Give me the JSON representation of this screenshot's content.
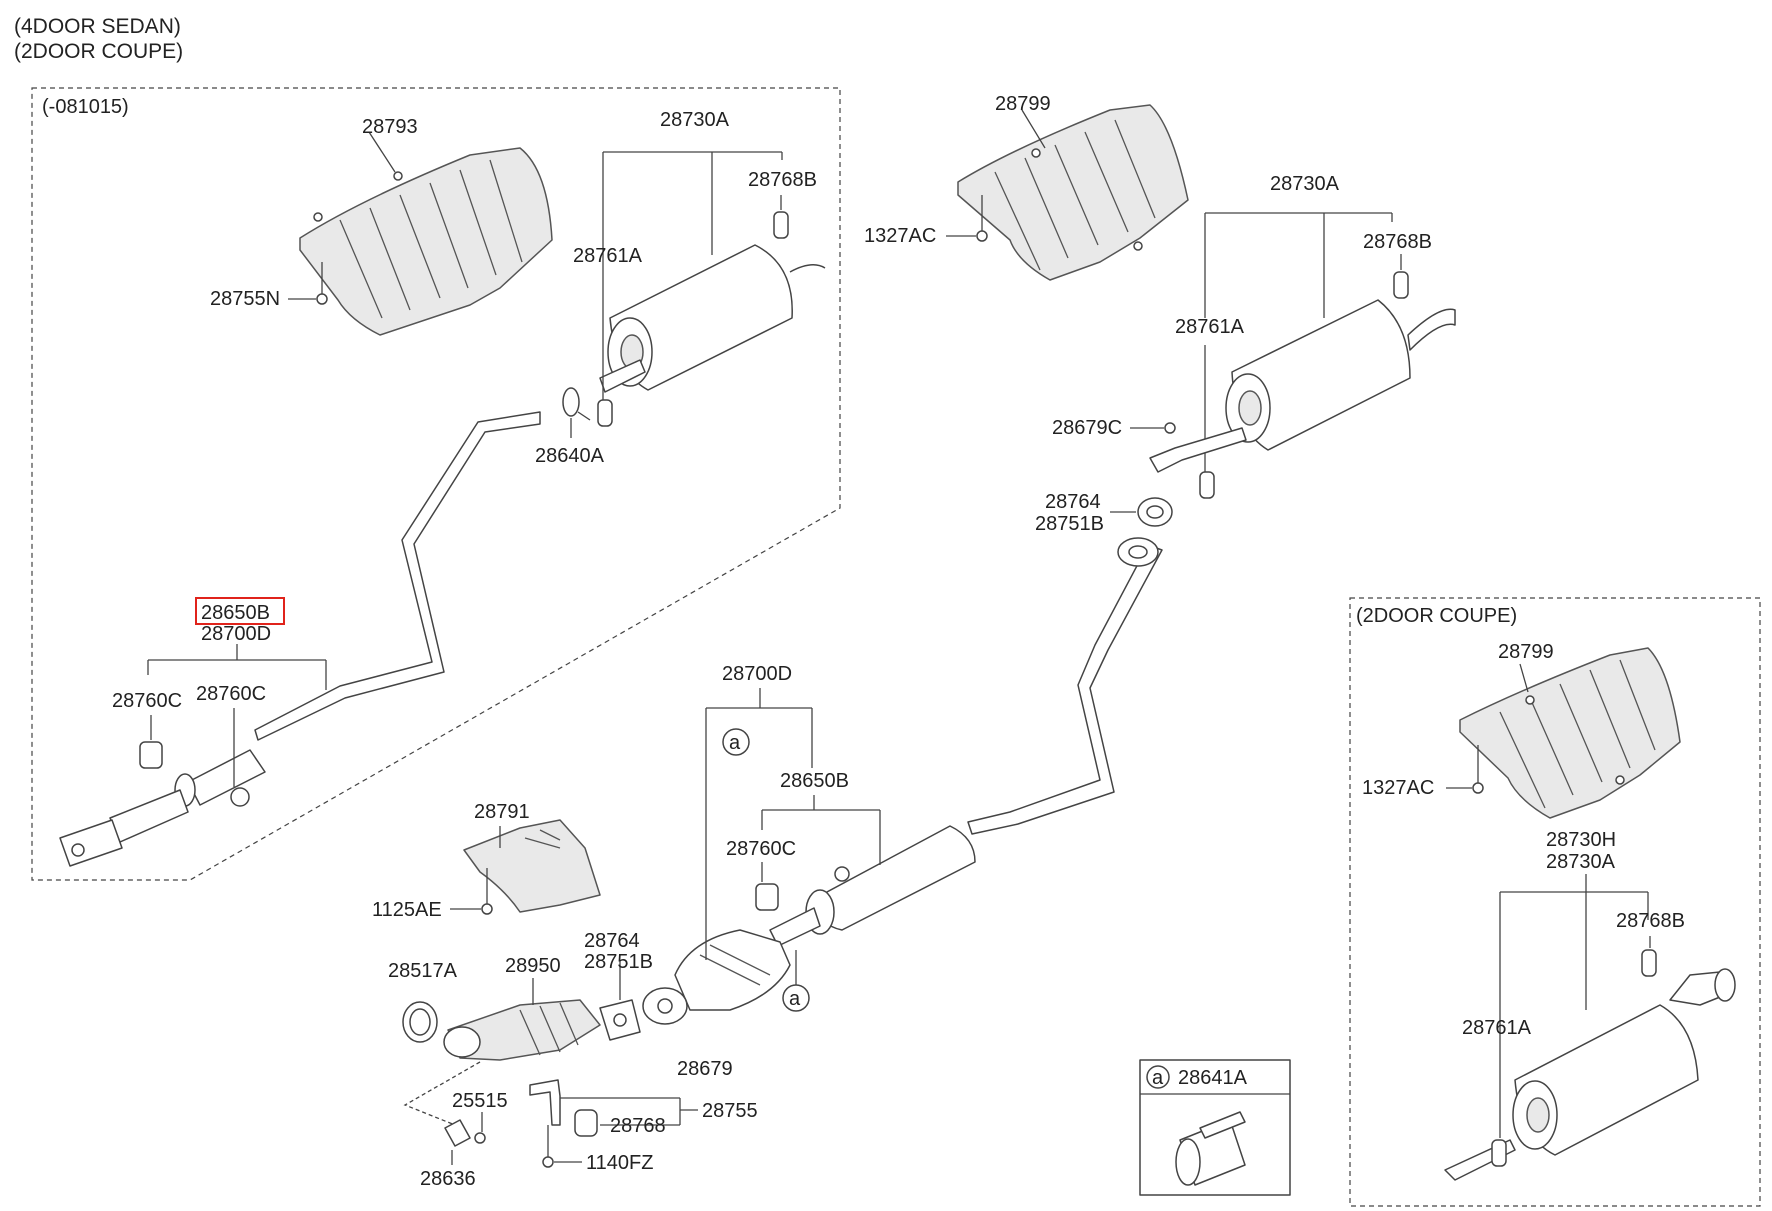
{
  "header": {
    "line1": "(4DOOR SEDAN)",
    "line2": "(2DOOR COUPE)"
  },
  "boxes": {
    "sedan_early": "(-081015)",
    "coupe": "(2DOOR COUPE)",
    "clamp_ref": "a",
    "clamp_part": "28641A"
  },
  "callout_symbol": "a",
  "labels": {
    "l28793": "28793",
    "l28755N": "28755N",
    "l28730A_1": "28730A",
    "l28768B_1": "28768B",
    "l28761A_1": "28761A",
    "l28640A": "28640A",
    "l28650B_1": "28650B",
    "l28700D_1": "28700D",
    "l28760C_1": "28760C",
    "l28760C_2": "28760C",
    "l28799_1": "28799",
    "l1327AC_1": "1327AC",
    "l28730A_2": "28730A",
    "l28768B_2": "28768B",
    "l28761A_2": "28761A",
    "l28679C": "28679C",
    "l28764_1": "28764",
    "l28751B_1": "28751B",
    "l28700D_2": "28700D",
    "l28650B_2": "28650B",
    "l28760C_3": "28760C",
    "l28791": "28791",
    "l1125AE": "1125AE",
    "l28517A": "28517A",
    "l28950": "28950",
    "l28764_2": "28764",
    "l28751B_2": "28751B",
    "l28679": "28679",
    "l25515": "25515",
    "l28755": "28755",
    "l28768": "28768",
    "l28636": "28636",
    "l1140FZ": "1140FZ",
    "l28799_2": "28799",
    "l1327AC_2": "1327AC",
    "l28730H": "28730H",
    "l28730A_3": "28730A",
    "l28768B_3": "28768B",
    "l28761A_3": "28761A"
  },
  "highlight": {
    "label": "28650B",
    "color": "#e0231b"
  }
}
